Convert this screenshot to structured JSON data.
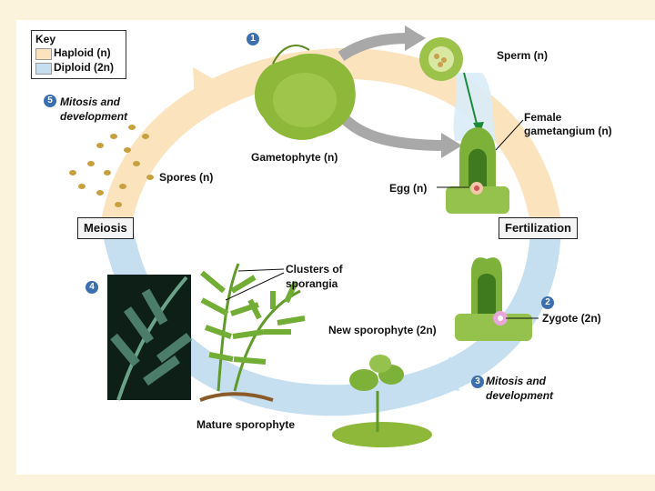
{
  "key": {
    "title": "Key",
    "haploid": "Haploid (n)",
    "diploid": "Diploid (2n)",
    "haploid_color": "#fbe3bd",
    "diploid_color": "#c6dff0"
  },
  "steps": {
    "s1": "1",
    "s2": "2",
    "s3": "3",
    "s4": "4",
    "s5": "5"
  },
  "labels": {
    "mitosis5_line1": "Mitosis and",
    "mitosis5_line2": "development",
    "gametophyte": "Gametophyte (n)",
    "sperm": "Sperm (n)",
    "female_line1": "Female",
    "female_line2": "gametangium (n)",
    "egg": "Egg (n)",
    "spores": "Spores (n)",
    "meiosis": "Meiosis",
    "fertilization": "Fertilization",
    "clusters_line1": "Clusters of",
    "clusters_line2": "sporangia",
    "new_sporophyte": "New sporophyte (2n)",
    "zygote": "Zygote (2n)",
    "mitosis3_line1": "Mitosis and",
    "mitosis3_line2": "development",
    "mature": "Mature sporophyte"
  }
}
